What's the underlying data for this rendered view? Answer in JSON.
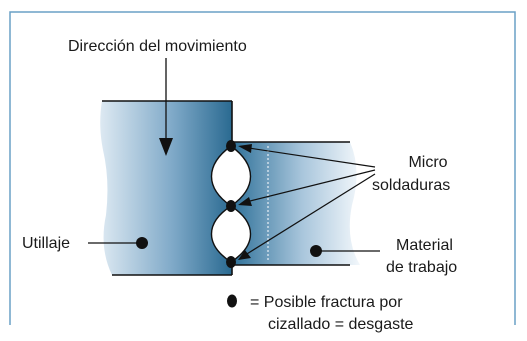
{
  "labels": {
    "direction": "Dirección del movimiento",
    "micro_line1": "Micro",
    "micro_line2": "soldaduras",
    "tool": "Utillaje",
    "material_line1": "Material",
    "material_line2": "de trabajo",
    "legend_line1": "= Posible fractura por",
    "legend_line2": "cizallado = desgaste"
  },
  "colors": {
    "frame": "#6aa0c6",
    "tool_dark": "#2f6f95",
    "tool_light": "#cfe0ec",
    "material_dark": "#3d7fa8",
    "material_light": "#e4eef5",
    "ink": "#111111"
  },
  "icons": {
    "legend": "black-ellipse-icon",
    "weld": "black-dot-icon"
  }
}
